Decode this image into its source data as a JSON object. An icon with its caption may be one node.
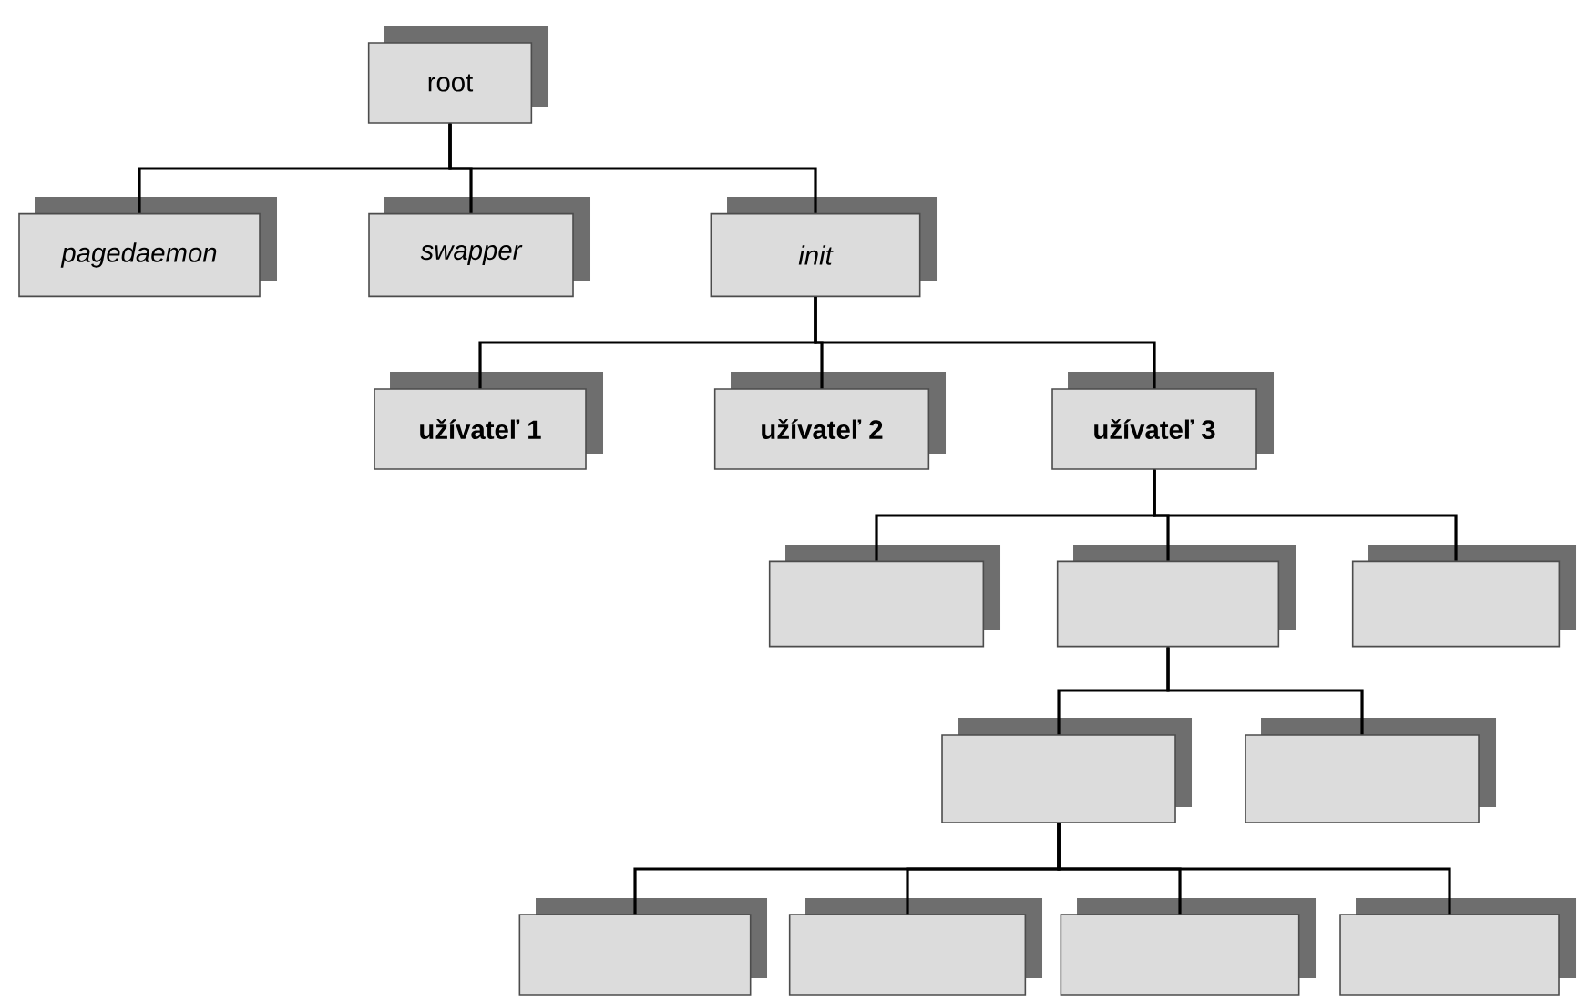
{
  "diagram": {
    "nodes": [
      {
        "text": [
          "root"
        ]
      },
      {
        "text": [
          "pagedaemon"
        ]
      },
      {
        "text": [
          "swapper"
        ]
      },
      {
        "text": [
          "init"
        ]
      },
      {
        "text": [
          "užívateľ 1"
        ]
      },
      {
        "text": [
          "užívateľ 2"
        ]
      },
      {
        "text": [
          "užívateľ 3"
        ]
      },
      {
        "text": [],
        "shape": "box"
      },
      {
        "text": [],
        "shape": "box"
      },
      {
        "text": [],
        "shape": "box"
      },
      {
        "text": [],
        "shape": "box"
      },
      {
        "text": [],
        "shape": "box"
      },
      {
        "text": [],
        "shape": "box"
      },
      {
        "text": [],
        "shape": "box"
      },
      {
        "text": [],
        "shape": "box"
      },
      {
        "text": [],
        "shape": "box"
      }
    ],
    "edges": [
      {
        "from": 0,
        "to": 1,
        "arrow": "none"
      },
      {
        "from": 0,
        "to": 2,
        "arrow": "none"
      },
      {
        "from": 0,
        "to": 3,
        "arrow": "none"
      },
      {
        "from": 3,
        "to": 4,
        "arrow": "none"
      },
      {
        "from": 3,
        "to": 5,
        "arrow": "none"
      },
      {
        "from": 3,
        "to": 6,
        "arrow": "none"
      },
      {
        "from": 6,
        "to": 7,
        "arrow": "none"
      },
      {
        "from": 6,
        "to": 8,
        "arrow": "none"
      },
      {
        "from": 6,
        "to": 9,
        "arrow": "none"
      },
      {
        "from": 8,
        "to": 10,
        "arrow": "none"
      },
      {
        "from": 8,
        "to": 11,
        "arrow": "none"
      },
      {
        "from": 10,
        "to": 12,
        "arrow": "none"
      },
      {
        "from": 10,
        "to": 13,
        "arrow": "none"
      },
      {
        "from": 10,
        "to": 14,
        "arrow": "none"
      },
      {
        "from": 10,
        "to": 15,
        "arrow": "none"
      }
    ]
  }
}
